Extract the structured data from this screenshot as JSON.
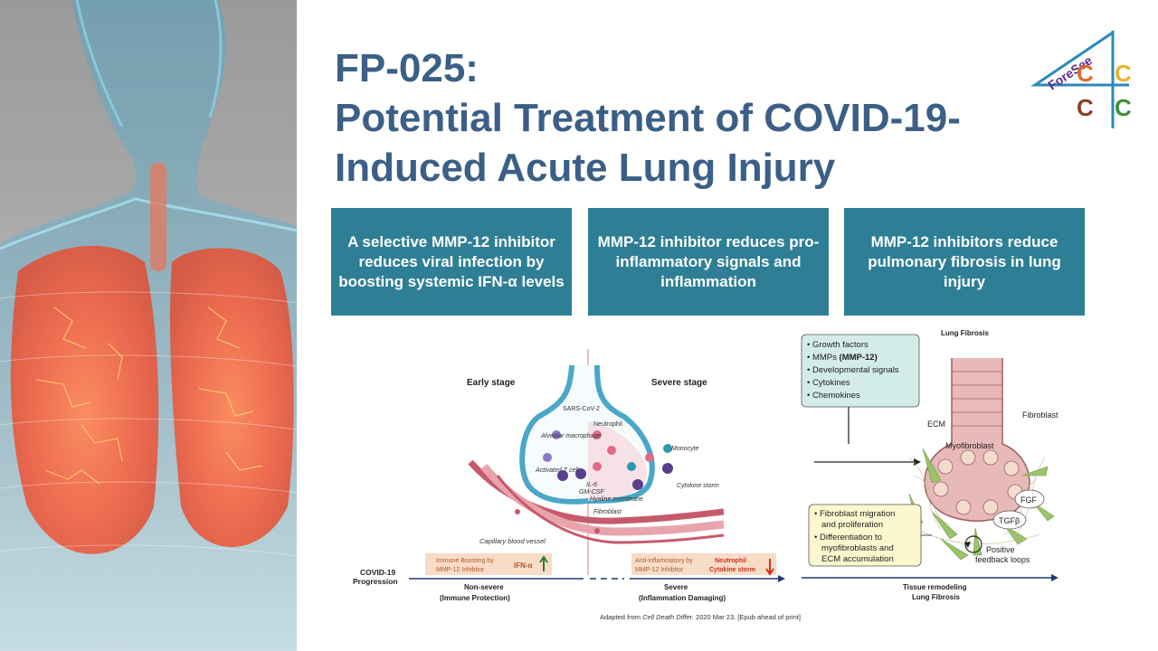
{
  "title": {
    "line1": "FP-025:",
    "line2": "Potential Treatment of COVID-19-",
    "line3": "Induced Acute Lung Injury"
  },
  "logo": {
    "text": "ForeSee",
    "letters": [
      "C",
      "C",
      "C",
      "C"
    ],
    "colors": [
      "#e06a2a",
      "#e8b52a",
      "#8b3d1e",
      "#3f8f3a"
    ],
    "accent": "#2a8ab8"
  },
  "boxes": [
    {
      "text": "A selective MMP-12 inhibitor reduces viral infection by boosting systemic IFN-α levels"
    },
    {
      "text": "MMP-12 inhibitor reduces pro-inflammatory signals and inflammation"
    },
    {
      "text": "MMP-12 inhibitors reduce pulmonary fibrosis in lung injury"
    }
  ],
  "left_diagram": {
    "early_stage": "Early stage",
    "severe_stage": "Severe stage",
    "sars": "SARS-CoV-2",
    "neutrophil": "Neutrophil",
    "alveolar_macrophage": "Alveolar\nmacrophage",
    "monocyte": "Monocyte",
    "activated_t_cell": "Activated\nT cell",
    "il6": "IL-6",
    "gmcsf": "GM-CSF",
    "cytokine_storm": "Cytokine storm",
    "hyaline": "Hyaline membrane",
    "fibroblast": "Fibroblast",
    "capillary": "Capillary blood vessel",
    "progression1": "COVID-19",
    "progression2": "Progression",
    "immune_boost1": "Immune Boosting by",
    "immune_boost2": "MMP-12 Inhibitor",
    "ifn": "IFN-α",
    "anti1": "Anti-inflammatory by",
    "anti2": "MMP-12 Inhibitor",
    "neutrophil2": "Neutrophil",
    "cytokine_storm2": "Cytokine storm",
    "nonsevere": "Non-severe",
    "immune_protection": "(Immune Protection)",
    "severe": "Severe",
    "inflammation_damaging": "(Inflammation Damaging)"
  },
  "right_diagram": {
    "title": "Lung Fibrosis",
    "factors": [
      "Growth factors",
      "MMPs ",
      "Developmental signals",
      "Cytokines",
      "Chemokines"
    ],
    "mmp12": "(MMP-12)",
    "ecm": "ECM",
    "fibroblast": "Fibroblast",
    "myofibroblast": "Myofibroblast",
    "fgf": "FGF",
    "tgfb": "TGFβ",
    "process": [
      "Fibroblast migration",
      "and proliferation",
      "Differentiation to",
      "myofibroblasts and",
      "ECM accumulation"
    ],
    "positive1": "Positive",
    "positive2": "feedback loops",
    "remodel1": "Tissue remodeling",
    "remodel2": "Lung Fibrosis"
  },
  "citation": {
    "prefix": "Adapted from ",
    "journal": "Cell Death Differ.",
    "suffix": " 2020 Mar 23. [Epub ahead of print]"
  }
}
